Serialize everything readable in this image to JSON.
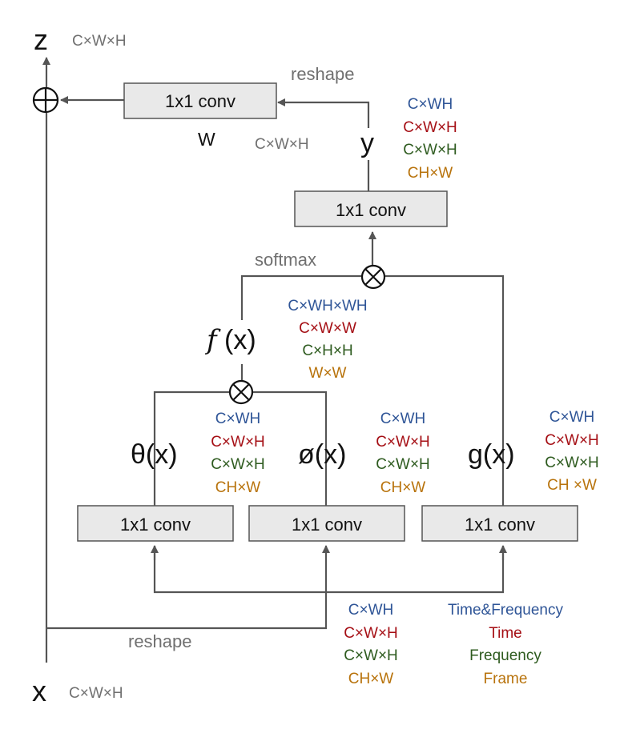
{
  "nodes": {
    "z": "z",
    "x": "x",
    "y": "y",
    "w": "W",
    "fx_f": "f",
    "fx_x": "(x)",
    "theta": "θ(x)",
    "phi": "ø(x)",
    "gx": "g(x)"
  },
  "boxes": {
    "top": "1x1 conv",
    "y_conv": "1x1 conv",
    "theta_conv": "1x1 conv",
    "phi_conv": "1x1 conv",
    "g_conv": "1x1 conv"
  },
  "labels": {
    "reshape_top": "reshape",
    "reshape_bottom": "reshape",
    "softmax": "softmax",
    "z_dim": "C×W×H",
    "x_dim": "C×W×H",
    "mid_dim": "C×W×H"
  },
  "colors": {
    "time_frequency": "#2f5597",
    "time": "#a50f15",
    "frequency": "#2e5b1f",
    "frame": "#b8730c"
  },
  "dims": {
    "y": [
      "C×WH",
      "C×W×H",
      "C×W×H",
      "CH×W"
    ],
    "fx": [
      "C×WH×WH",
      "C×W×W",
      "C×H×H",
      "W×W"
    ],
    "theta": [
      "C×WH",
      "C×W×H",
      "C×W×H",
      "CH×W"
    ],
    "phi": [
      "C×WH",
      "C×W×H",
      "C×W×H",
      "CH×W"
    ],
    "g": [
      "C×WH",
      "C×W×H",
      "C×W×H",
      "CH ×W"
    ],
    "input": [
      "C×WH",
      "C×W×H",
      "C×W×H",
      "CH×W"
    ]
  },
  "legend": [
    "Time&Frequency",
    "Time",
    "Frequency",
    "Frame"
  ]
}
